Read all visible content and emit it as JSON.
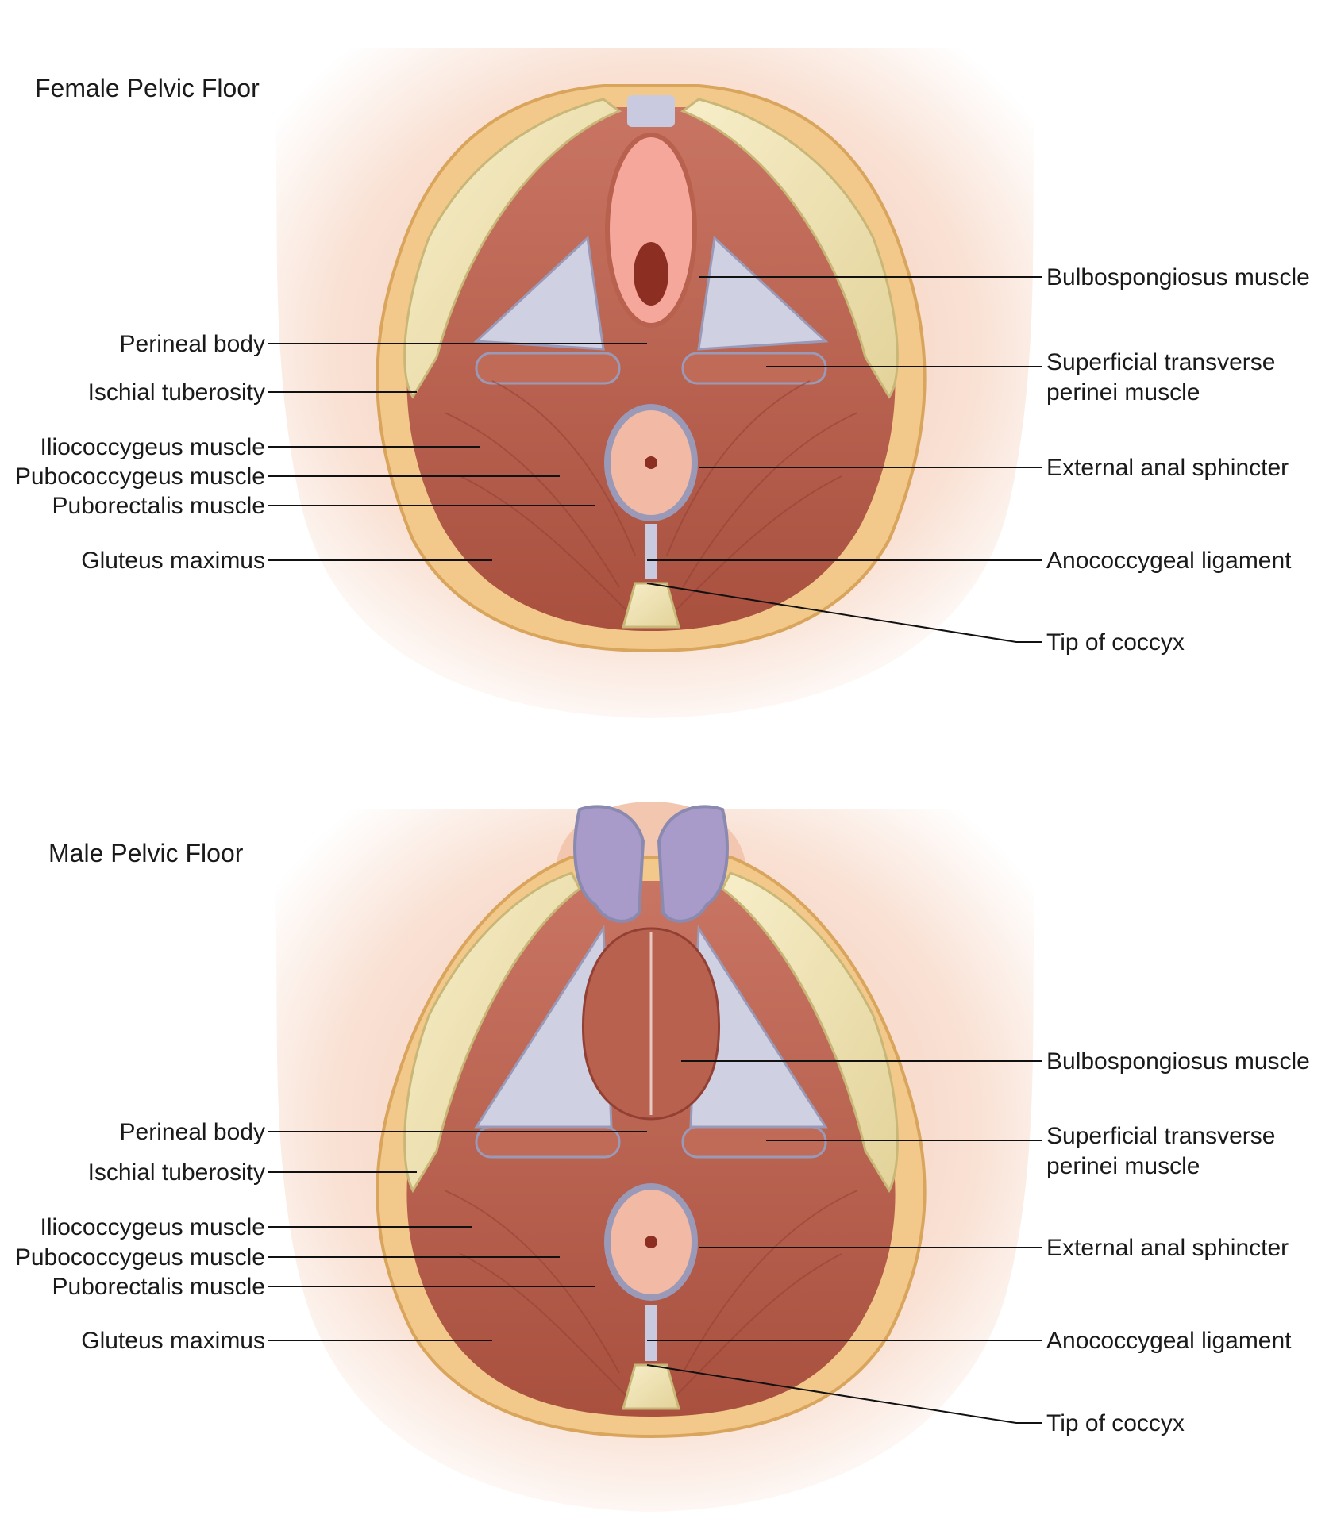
{
  "panels": [
    {
      "id": "female",
      "title": "Female Pelvic Floor",
      "left_labels": [
        "Perineal body",
        "Ischial tuberosity",
        "Iliococcygeus muscle",
        "Pubococcygeus muscle",
        "Puborectalis muscle",
        "Gluteus maximus"
      ],
      "right_labels": [
        "Bulbospongiosus muscle",
        "Superficial transverse",
        "perinei muscle",
        "External anal sphincter",
        "Anococcygeal ligament",
        "Tip of coccyx"
      ]
    },
    {
      "id": "male",
      "title": "Male Pelvic Floor",
      "left_labels": [
        "Perineal body",
        "Ischial tuberosity",
        "Iliococcygeus muscle",
        "Pubococcygeus muscle",
        "Puborectalis muscle",
        "Gluteus maximus"
      ],
      "right_labels": [
        "Bulbospongiosus muscle",
        "Superficial transverse",
        "perinei muscle",
        "External anal sphincter",
        "Anococcygeal ligament",
        "Tip of coccyx"
      ]
    }
  ],
  "colors": {
    "skin": "#f6d9c8",
    "fat": "#f2c98a",
    "muscle": "#b8614f",
    "bone": "#f0e6b8",
    "membrane": "#c9c9df",
    "corpus": "#a89bc9"
  }
}
